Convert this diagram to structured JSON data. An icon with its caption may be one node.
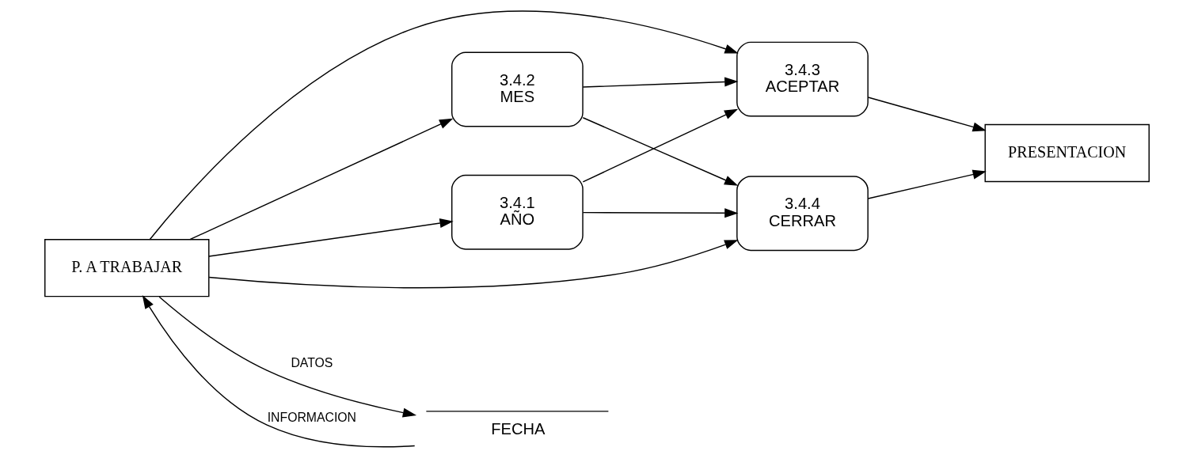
{
  "diagram": {
    "nodes": [
      {
        "text": [
          "P. A TRABAJAR"
        ]
      },
      {
        "text": [
          "3.4.1",
          "AÑO"
        ]
      },
      {
        "text": [
          "3.4.2",
          "MES"
        ]
      },
      {
        "text": [
          "3.4.3",
          "ACEPTAR"
        ]
      },
      {
        "text": [
          "3.4.4",
          "CERRAR"
        ]
      },
      {
        "text": [
          "PRESENTACION"
        ]
      },
      {
        "text": [
          "FECHA"
        ]
      }
    ],
    "edges": [
      {
        "from": 0,
        "to": 1,
        "arrow": "to"
      },
      {
        "from": 0,
        "to": 3,
        "arrow": "to"
      },
      {
        "from": 0,
        "to": 4,
        "arrow": "to"
      },
      {
        "from": 0,
        "to": 2,
        "arrow": "to"
      },
      {
        "from": 1,
        "to": 3,
        "arrow": "to"
      },
      {
        "from": 1,
        "to": 4,
        "arrow": "to"
      },
      {
        "from": 2,
        "to": 3,
        "arrow": "to"
      },
      {
        "from": 2,
        "to": 4,
        "arrow": "to"
      },
      {
        "from": 3,
        "to": 5,
        "arrow": "to"
      },
      {
        "from": 4,
        "to": 5,
        "arrow": "to"
      },
      {
        "from": 0,
        "to": 6,
        "arrow": "to",
        "label": "DATOS"
      },
      {
        "from": 6,
        "to": 0,
        "arrow": "to",
        "label": "INFORMACION"
      }
    ]
  }
}
